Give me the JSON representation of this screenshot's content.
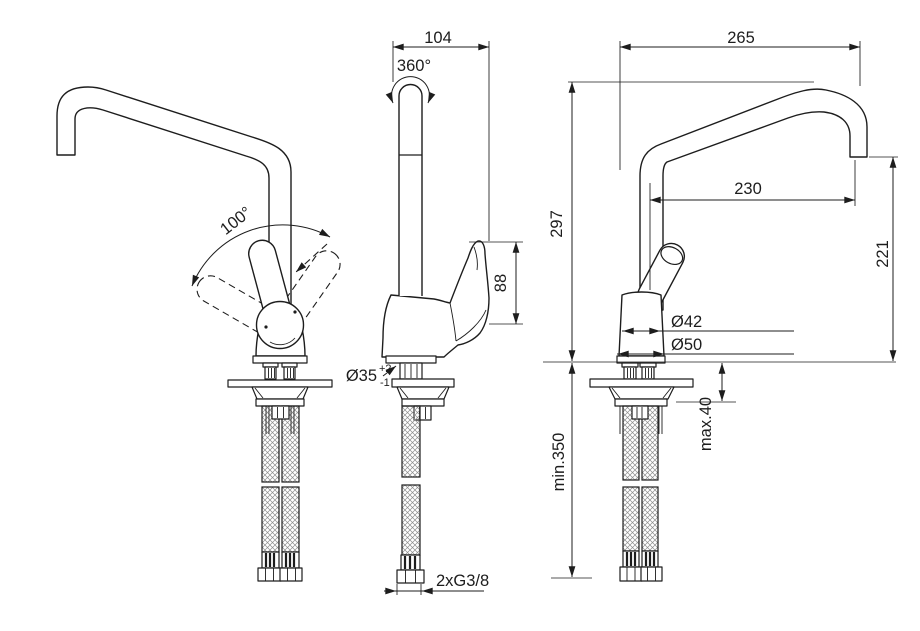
{
  "drawing": {
    "colors": {
      "line": "#1d1d1d",
      "background": "#ffffff"
    },
    "views": {
      "left_side": {
        "labels": {
          "handle_swing_angle": "100°"
        }
      },
      "front": {
        "labels": {
          "spout_top_width": "104",
          "swivel_angle": "360°",
          "handle_height": "88",
          "mounting_hole_diameter": "Ø35",
          "mounting_hole_tolerance_upper": "+2",
          "mounting_hole_tolerance_lower": "-1",
          "hose_connection": "2xG3/8"
        }
      },
      "right_side": {
        "labels": {
          "spout_reach_overall": "265",
          "spout_reach_axis": "230",
          "total_height": "297",
          "outlet_height": "221",
          "body_diameter": "Ø42",
          "base_diameter": "Ø50",
          "countertop_thickness": "max.40",
          "hose_length": "min.350"
        }
      }
    }
  }
}
